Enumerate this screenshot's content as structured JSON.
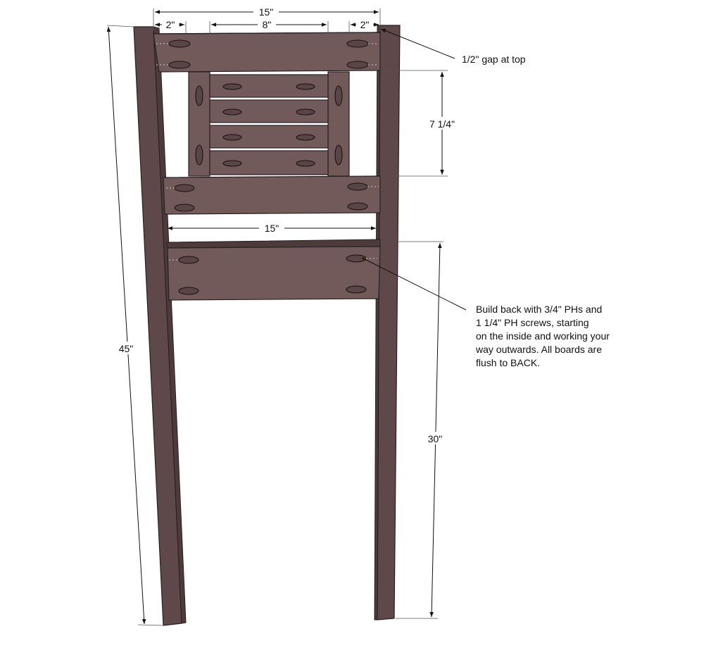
{
  "dimensions": {
    "top_total": "15\"",
    "left_stile_gap": "2\"",
    "center_panel": "8\"",
    "right_stile_gap": "2\"",
    "slat_panel_height": "7 1/4\"",
    "middle_span": "15\"",
    "overall_height": "45\"",
    "seat_height": "30\""
  },
  "notes": {
    "gap_at_top": "1/2\" gap at top",
    "build_lines": [
      "Build back with 3/4\" PHs and",
      "1 1/4\" PH screws, starting",
      "on the inside and working your",
      "way outwards.  All boards are",
      "flush to BACK."
    ]
  },
  "colors": {
    "wood": "#72595a",
    "wood_dark": "#5e4849",
    "outline": "#2a1f20",
    "annotation": "#111111"
  }
}
